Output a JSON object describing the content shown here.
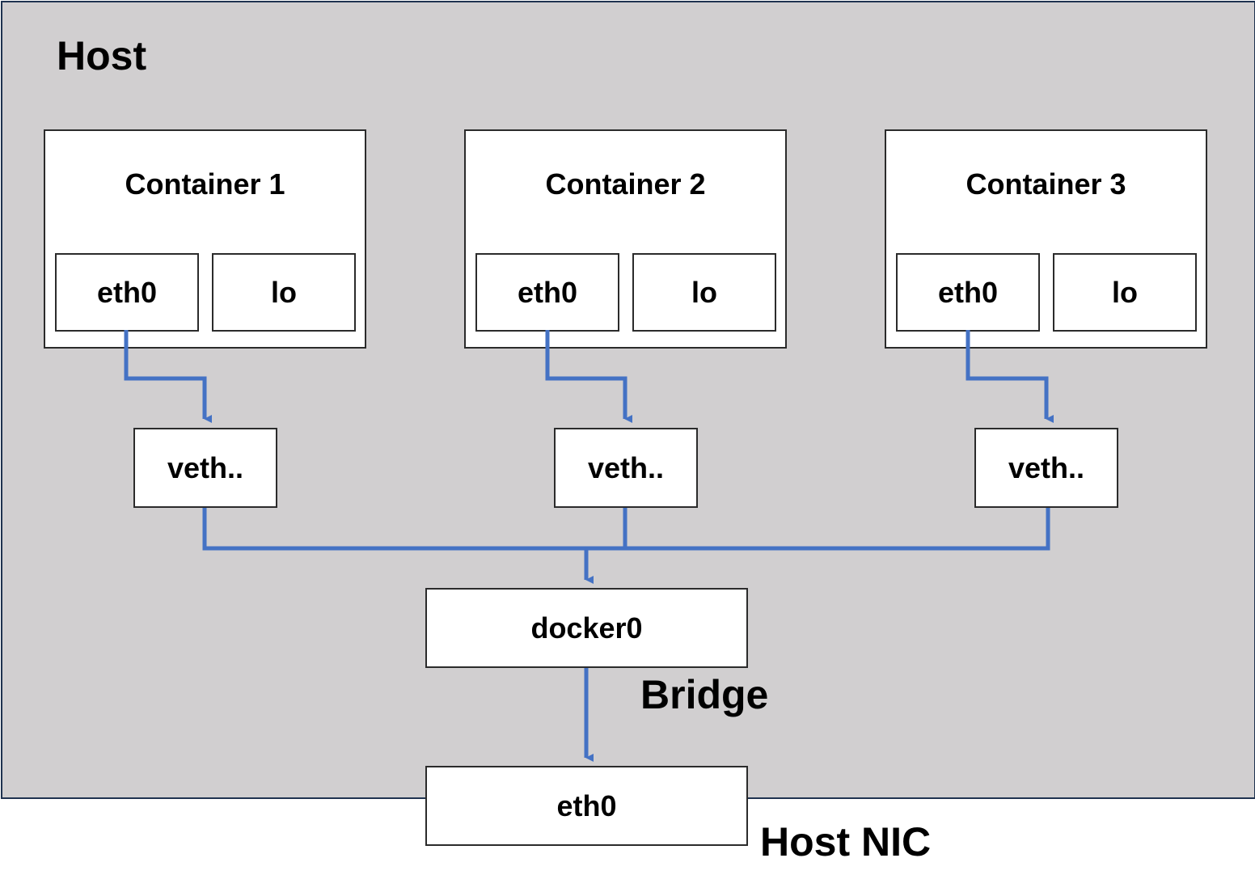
{
  "host": {
    "title": "Host"
  },
  "containers": [
    {
      "title": "Container 1",
      "eth_label": "eth0",
      "lo_label": "lo",
      "veth_label": "veth.."
    },
    {
      "title": "Container 2",
      "eth_label": "eth0",
      "lo_label": "lo",
      "veth_label": "veth.."
    },
    {
      "title": "Container 3",
      "eth_label": "eth0",
      "lo_label": "lo",
      "veth_label": "veth.."
    }
  ],
  "bridge": {
    "device_label": "docker0",
    "caption": "Bridge"
  },
  "host_nic": {
    "device_label": "eth0",
    "caption": "Host NIC"
  },
  "colors": {
    "host_background": "#d1cfd0",
    "host_border": "#1f3350",
    "connector": "#4472c4",
    "box_background": "#ffffff",
    "box_border": "#2b2b2b"
  }
}
